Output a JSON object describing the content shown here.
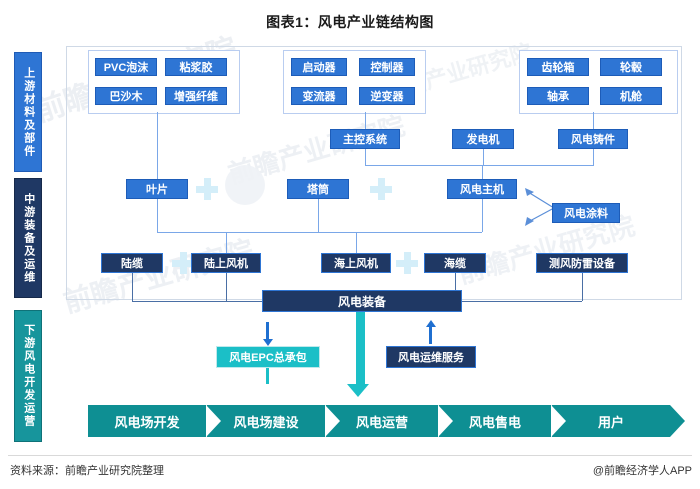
{
  "title": "图表1：风电产业链结构图",
  "stages": {
    "upstream": "上游材料及部件",
    "midstream": "中游装备及运维",
    "downstream": "下游风电开发运营"
  },
  "groups": {
    "materials": {
      "name": "materials-group",
      "items": [
        "PVC泡沫",
        "粘浆胶",
        "巴沙木",
        "增强纤维"
      ]
    },
    "electrical": {
      "name": "electrical-group",
      "items": [
        "启动器",
        "控制器",
        "变流器",
        "逆变器"
      ]
    },
    "mechanical": {
      "name": "mechanical-group",
      "items": [
        "齿轮箱",
        "轮毂",
        "轴承",
        "机舱"
      ]
    }
  },
  "subsystems": {
    "main_control": "主控系统",
    "generator": "发电机",
    "casting": "风电铸件"
  },
  "assemblies": {
    "blade": "叶片",
    "tower": "塔筒",
    "turbine_main": "风电主机",
    "coating": "风电涂料"
  },
  "installations": {
    "land_cable": "陆缆",
    "land_turbine": "陆上风机",
    "sea_turbine": "海上风机",
    "sea_cable": "海缆",
    "lightning": "测风防雷设备"
  },
  "equipment_bar": "风电装备",
  "services": {
    "epc": "风电EPC总承包",
    "om": "风电运维服务"
  },
  "chain": [
    "风电场开发",
    "风电场建设",
    "风电运营",
    "风电售电",
    "用户"
  ],
  "footer": {
    "source": "资料来源：前瞻产业研究院整理",
    "brand": "@前瞻经济学人APP"
  },
  "watermark": {
    "text1": "前瞻产业研究院",
    "text2": "前瞻产业研究院",
    "text3": "前瞻产业研究院",
    "text4": "前瞻产业研究院",
    "text5": "前瞻产业研究院"
  },
  "colors": {
    "upstream_blue": "#2E75D4",
    "midstream_navy": "#1F3864",
    "downstream_teal": "#17959C",
    "chain_teal": "#0E8F93",
    "epc_cyan": "#1BBFC7",
    "plus_light": "#D4EEF9",
    "connector": "#7aa7e8"
  },
  "icons": {
    "plus": "plus-icon",
    "arrow_down": "arrow-down-icon",
    "arrow_up": "arrow-up-icon",
    "chevron_right": "chevron-right-icon"
  }
}
